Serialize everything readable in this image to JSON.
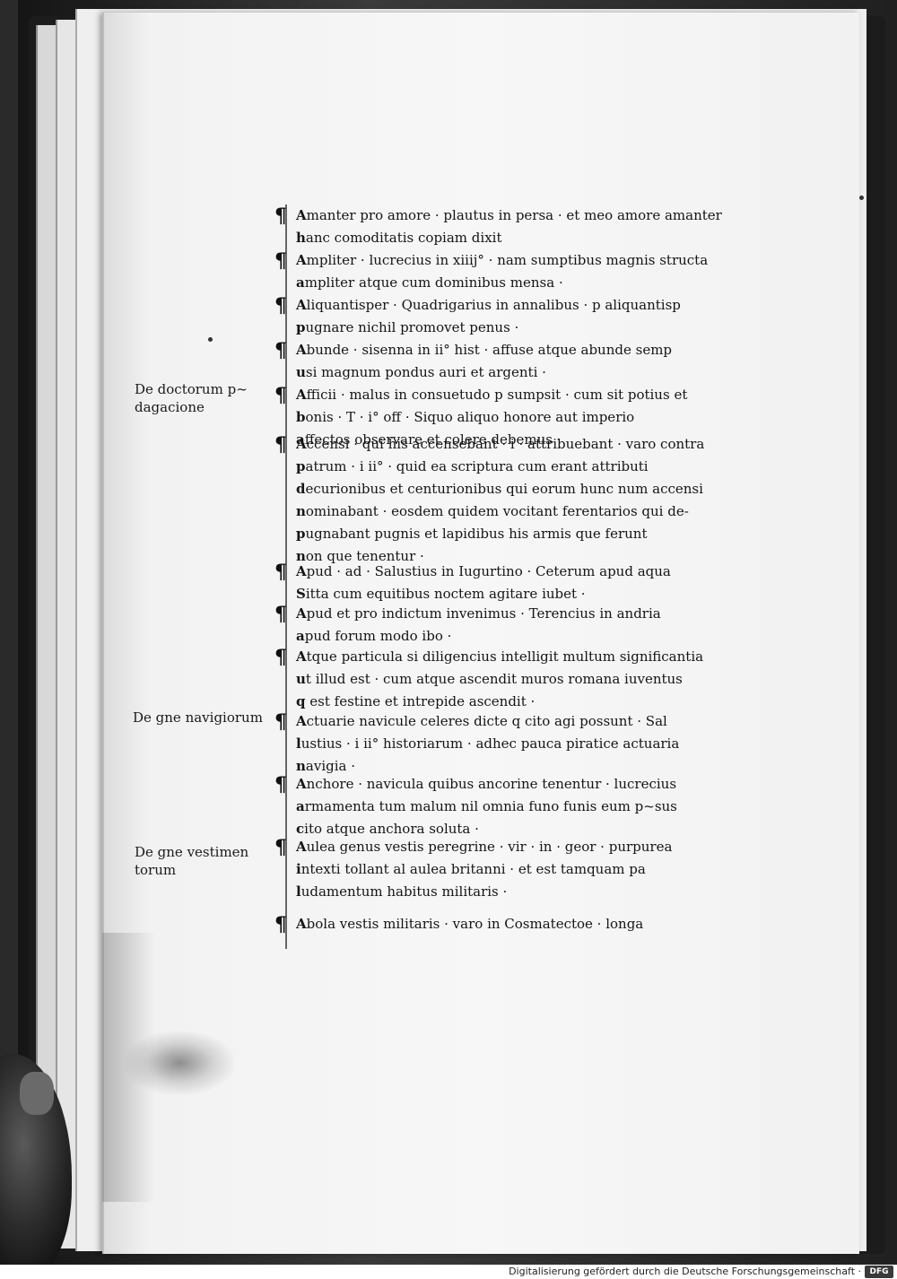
{
  "manuscript": {
    "entries": [
      {
        "lines": [
          "Amanter pro amore · plautus in persa · et meo amore amanter",
          "hanc comoditatis copiam dixit"
        ]
      },
      {
        "lines": [
          "Ampliter · lucrecius in xiiij° · nam sumptibus magnis structa",
          "ampliter atque cum dominibus mensa ·"
        ]
      },
      {
        "lines": [
          "Aliquantisper · Quadrigarius in annalibus · p aliquantisp",
          "pugnare nichil promovet penus ·"
        ]
      },
      {
        "lines": [
          "Abunde · sisenna in ii° hist · affuse atque abunde semp",
          "usi magnum pondus auri et argenti ·"
        ]
      },
      {
        "lines": [
          "Afficii · malus in consuetudo p sumpsit · cum sit potius et",
          "bonis · T · i° off · Siquo aliquo honore aut imperio",
          "affectos observare et colere debemus ·"
        ]
      },
      {
        "lines": [
          "Accensi · qui his accensebant · i · attribuebant · varo contra",
          "patrum · i ii° · quid ea scriptura cum erant attributi",
          "decurionibus et centurionibus qui eorum hunc num accensi",
          "nominabant · eosdem quidem vocitant ferentarios qui de-",
          "pugnabant pugnis et lapidibus his armis que ferunt",
          "non que tenentur ·"
        ]
      },
      {
        "lines": [
          "Apud · ad · Salustius in Iugurtino · Ceterum apud aqua",
          "Sitta cum equitibus noctem agitare iubet ·"
        ]
      },
      {
        "lines": [
          "Apud et pro indictum invenimus · Terencius in andria",
          "apud forum modo ibo ·"
        ]
      },
      {
        "lines": [
          "Atque particula si diligencius intelligit multum significantia",
          "ut illud est · cum atque ascendit muros romana iuventus",
          "q est festine et intrepide ascendit ·"
        ]
      },
      {
        "lines": [
          "Actuarie navicule celeres dicte q cito agi possunt · Sal",
          "lustius · i ii° historiarum · adhec pauca piratice actuaria",
          "navigia ·"
        ]
      },
      {
        "lines": [
          "Anchore · navicula quibus ancorine tenentur · lucrecius",
          "armamenta tum malum nil omnia funo funis eum p~sus",
          "cito atque anchora soluta ·"
        ]
      },
      {
        "lines": [
          "Aulea genus vestis peregrine · vir · in · geor · purpurea",
          "intexti tollant al aulea britanni · et est tamquam pa",
          "ludamentum habitus militaris ·"
        ]
      },
      {
        "lines": [
          "Abola vestis militaris · varo in Cosmatectoe · longa"
        ]
      }
    ],
    "margin_notes": [
      {
        "lines": [
          "De doctorum p~",
          "dagacione"
        ]
      },
      {
        "lines": [
          "De gne navigiorum"
        ]
      },
      {
        "lines": [
          "De gne vestimen",
          "torum"
        ]
      }
    ],
    "folio_mark": "·"
  },
  "footer": {
    "text": "Digitalisierung gefördert durch die Deutsche Forschungsgemeinschaft ·",
    "logo": "DFG"
  },
  "colors": {
    "ink": "#151515",
    "page": "#f5f5f5",
    "background": "#2a2a2a"
  }
}
